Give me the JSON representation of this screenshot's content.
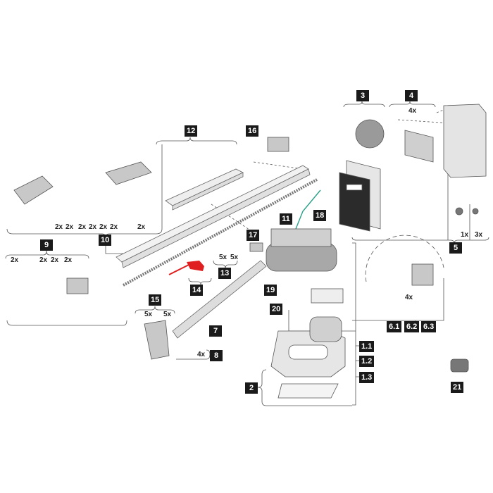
{
  "diagram": {
    "title": "",
    "labels": {
      "p1_1": "1.1",
      "p1_2": "1.2",
      "p1_3": "1.3",
      "p2": "2",
      "p3": "3",
      "p4": "4",
      "p5": "5",
      "p6_1": "6.1",
      "p6_2": "6.2",
      "p6_3": "6.3",
      "p7": "7",
      "p8": "8",
      "p9": "9",
      "p10": "10",
      "p11": "11",
      "p12": "12",
      "p13": "13",
      "p14": "14",
      "p15": "15",
      "p16": "16",
      "p17": "17",
      "p18": "18",
      "p19": "19",
      "p20": "20",
      "p21": "21"
    },
    "quantities": {
      "g10": [
        "2x",
        "2x",
        "2x",
        "2x",
        "2x",
        "2x",
        "2x"
      ],
      "g9": [
        "2x",
        "2x",
        "2x",
        "2x"
      ],
      "g13": [
        "5x",
        "5x"
      ],
      "g15": [
        "5x",
        "5x"
      ],
      "g8": "4x",
      "g4": "4x",
      "g5": [
        "1x",
        "3x"
      ],
      "g6": "4x"
    },
    "colors": {
      "label_bg": "#1a1a1a",
      "part": "#bdbdbd",
      "part_dark": "#8a8a8a",
      "highlight": "#e02020",
      "cable": "#2aa08a",
      "panel": "#2b2b2b"
    }
  }
}
